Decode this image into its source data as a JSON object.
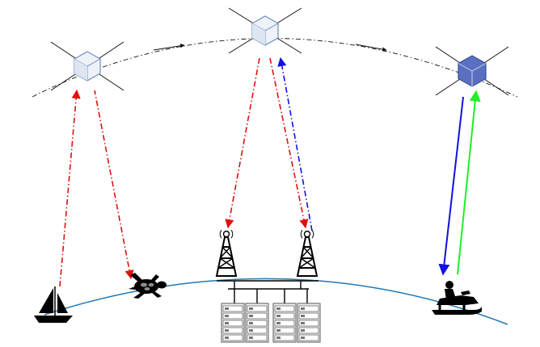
{
  "colors": {
    "background": "#ffffff",
    "orbit": "#111111",
    "earth_curve": "#1f77b4",
    "satellite_light_face": "#e9eef6",
    "satellite_light_edge": "#6f8fbf",
    "satellite_active_face": "#5a6fc0",
    "satellite_active_edge": "#3a4f9a",
    "link_red": "#e01010",
    "link_blue": "#1010dd",
    "link_green": "#22ee22",
    "icon_black": "#000000",
    "server_face": "#f2f2f2",
    "server_edge": "#555555"
  },
  "icons": {
    "satellite_left": "satellite-icon",
    "satellite_center": "satellite-icon",
    "satellite_right": "satellite-active-icon",
    "ship": "sailboat-icon",
    "turtle": "sea-turtle-icon",
    "tower_left": "transmission-tower-icon",
    "tower_right": "transmission-tower-icon",
    "servers": "server-rack-icon",
    "snowmobile": "snowmobile-icon"
  },
  "links": [
    {
      "name": "ship-to-left-satellite",
      "color": "red",
      "style": "dash-dot",
      "direction": "up"
    },
    {
      "name": "left-satellite-to-turtle",
      "color": "red",
      "style": "dash-dot",
      "direction": "down"
    },
    {
      "name": "center-satellite-to-tower-left",
      "color": "red",
      "style": "dash-dot",
      "direction": "down"
    },
    {
      "name": "center-satellite-to-tower-right",
      "color": "red",
      "style": "dash-dot",
      "direction": "down"
    },
    {
      "name": "tower-right-to-center-satellite",
      "color": "blue",
      "style": "dash-dot",
      "direction": "up"
    },
    {
      "name": "right-satellite-to-snowmobile",
      "color": "blue",
      "style": "solid",
      "direction": "down"
    },
    {
      "name": "snowmobile-to-right-satellite",
      "color": "green",
      "style": "solid",
      "direction": "up"
    }
  ]
}
